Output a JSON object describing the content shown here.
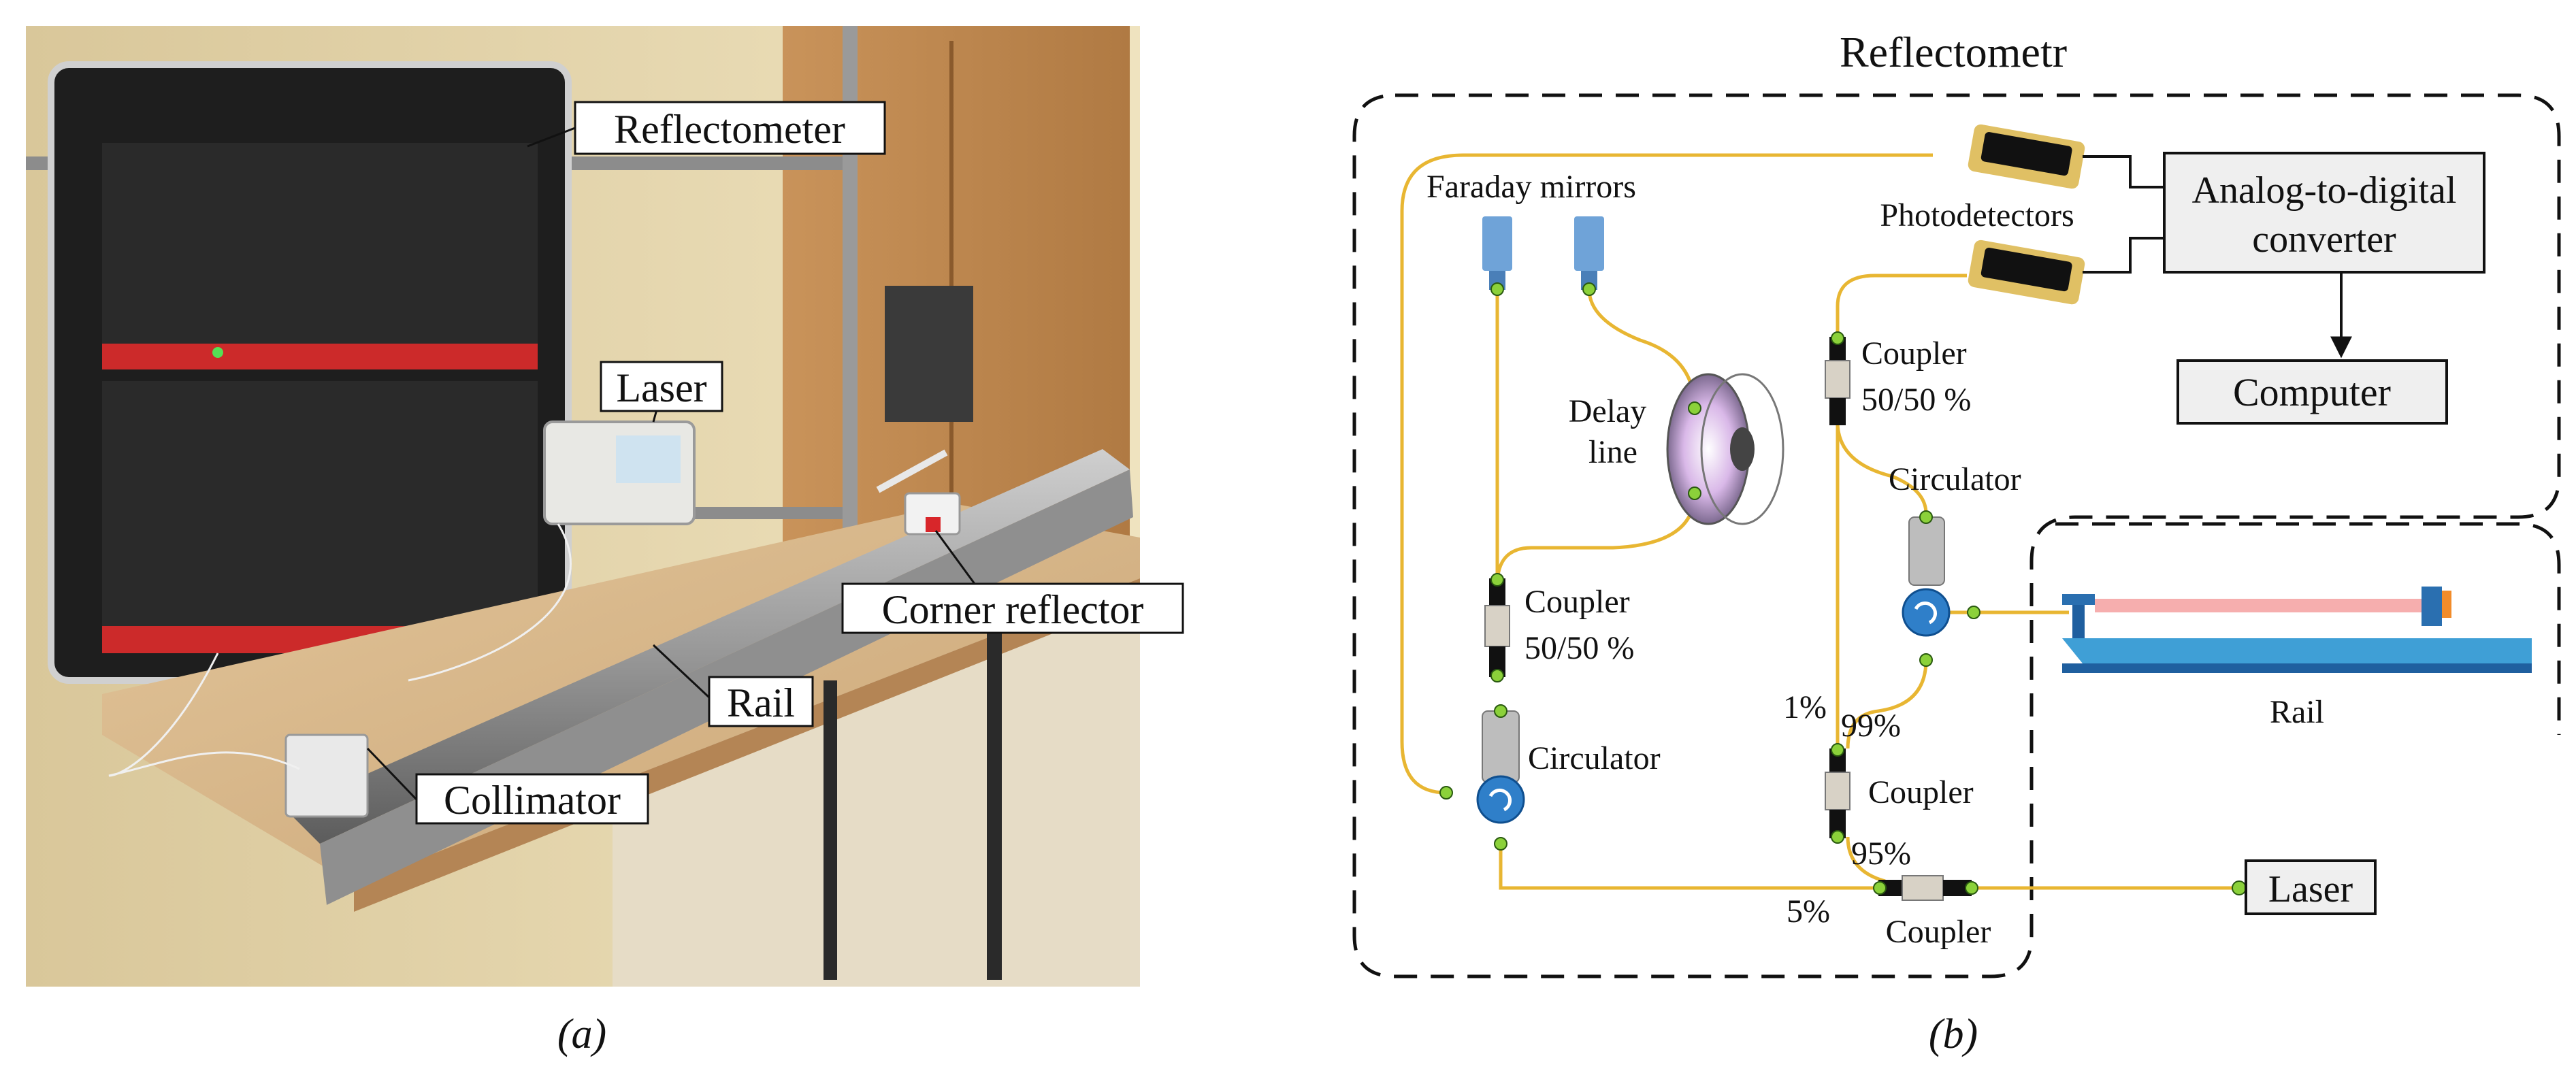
{
  "panel_a": {
    "caption": "(a)",
    "labels": {
      "reflectometer": "Reflectometer",
      "laser": "Laser",
      "corner_reflector": "Corner reflector",
      "rail": "Rail",
      "collimator": "Collimator"
    }
  },
  "panel_b": {
    "caption": "(b)",
    "title": "Reflectometr",
    "labels": {
      "faraday_mirrors": "Faraday mirrors",
      "delay_line_1": "Delay",
      "delay_line_2": "line",
      "photodetectors": "Photodetectors",
      "adc_line1": "Analog-to-digital",
      "adc_line2": "converter",
      "computer": "Computer",
      "coupler": "Coupler",
      "coupler_ratio": "50/50 %",
      "circulator": "Circulator",
      "rail": "Rail",
      "laser": "Laser",
      "p1": "1%",
      "p99": "99%",
      "p95": "95%",
      "p5": "5%"
    }
  },
  "colors": {
    "fiber": "#e8b632",
    "connector": "#8bd13a",
    "component": "#bdbdbd",
    "mirror": "#6fa3d8",
    "rail": "#3f9fd6",
    "beam": "#f4a0a0",
    "box_fill": "#efefef"
  }
}
